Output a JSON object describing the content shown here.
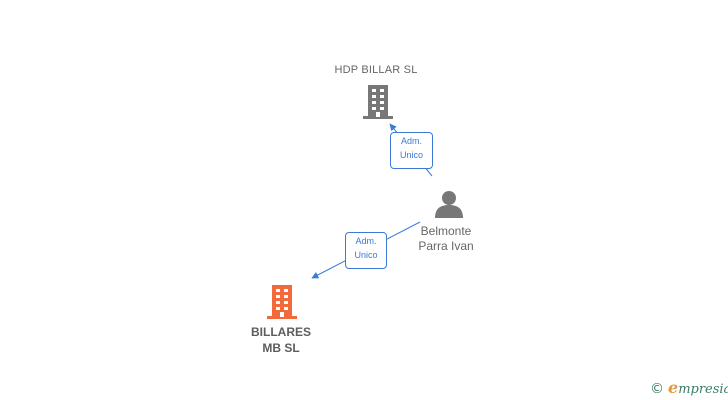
{
  "nodes": {
    "hdp_billar": {
      "name": "HDP BILLAR  SL",
      "color": "#777777"
    },
    "person": {
      "name_line1": "Belmonte",
      "name_line2": "Parra Ivan",
      "color": "#777777"
    },
    "billares_mb": {
      "name_line1": "BILLARES",
      "name_line2": "MB  SL",
      "color": "#f26a3c"
    }
  },
  "edges": [
    {
      "from": "person",
      "to": "hdp_billar",
      "role_line1": "Adm.",
      "role_line2": "Unico"
    },
    {
      "from": "person",
      "to": "billares_mb",
      "role_line1": "Adm.",
      "role_line2": "Unico"
    }
  ],
  "edge_color": "#3a7bd5",
  "brand": {
    "copyright": "©",
    "initial": "e",
    "rest": "mpresia"
  }
}
